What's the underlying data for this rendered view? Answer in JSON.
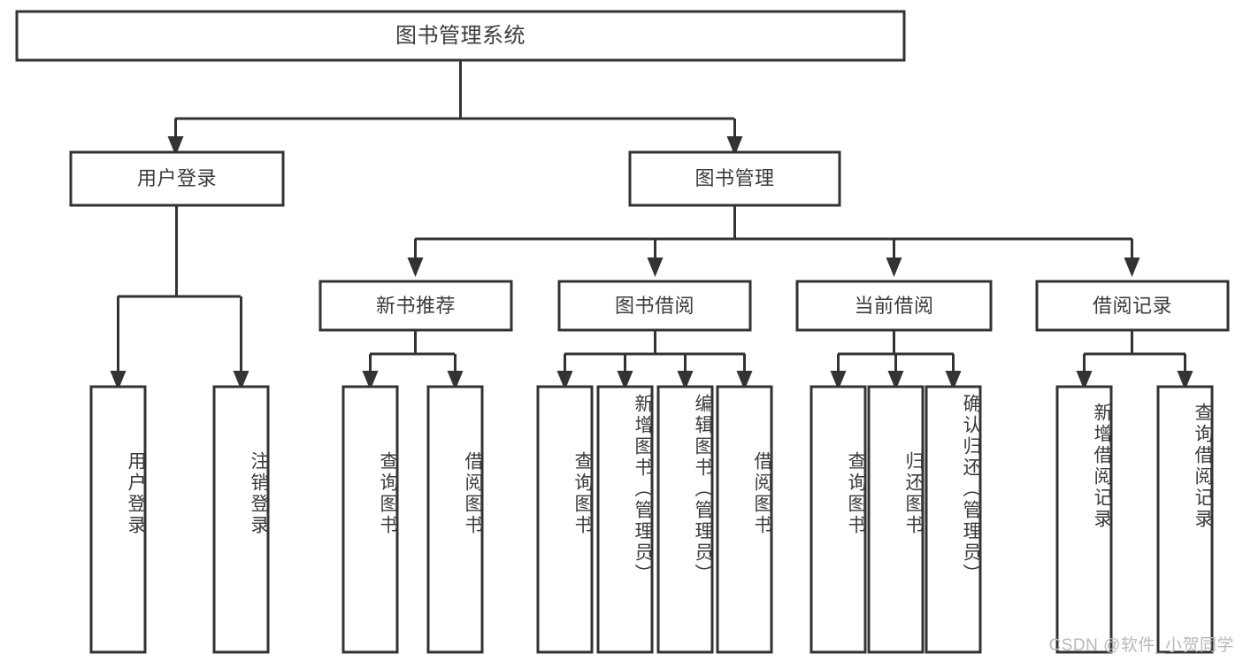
{
  "diagram": {
    "type": "tree-hierarchy-chart",
    "title_node": {
      "label": "图书管理系统"
    },
    "level2": [
      {
        "id": "user-login",
        "label": "用户登录"
      },
      {
        "id": "book-management",
        "label": "图书管理"
      }
    ],
    "level3": [
      {
        "id": "new-book-recommend",
        "label": "新书推荐"
      },
      {
        "id": "book-borrow",
        "label": "图书借阅"
      },
      {
        "id": "current-borrow",
        "label": "当前借阅"
      },
      {
        "id": "borrow-record",
        "label": "借阅记录"
      }
    ],
    "leaves": {
      "user_login": [
        {
          "id": "leaf-user-login",
          "label": "用户登录"
        },
        {
          "id": "leaf-logout",
          "label": "注销登录"
        }
      ],
      "new_book_recommend": [
        {
          "id": "leaf-query-book-1",
          "label": "查询图书"
        },
        {
          "id": "leaf-borrow-book-1",
          "label": "借阅图书"
        }
      ],
      "book_borrow": [
        {
          "id": "leaf-query-book-2",
          "label": "查询图书"
        },
        {
          "id": "leaf-add-book",
          "label": "新增图书（管理员）"
        },
        {
          "id": "leaf-edit-book",
          "label": "编辑图书（管理员）"
        },
        {
          "id": "leaf-borrow-book-2",
          "label": "借阅图书"
        }
      ],
      "current_borrow": [
        {
          "id": "leaf-query-book-3",
          "label": "查询图书"
        },
        {
          "id": "leaf-return-book",
          "label": "归还图书"
        },
        {
          "id": "leaf-confirm-return",
          "label": "确认归还（管理员）"
        }
      ],
      "borrow_record": [
        {
          "id": "leaf-add-record",
          "label": "新增借阅记录"
        },
        {
          "id": "leaf-query-record",
          "label": "查询借阅记录"
        }
      ]
    },
    "watermark": "CSDN @软件_小贺同学",
    "colors": {
      "stroke": "#333333",
      "fill": "#ffffff",
      "text": "#3b3b3b",
      "watermark": "#b8b8b8"
    }
  }
}
